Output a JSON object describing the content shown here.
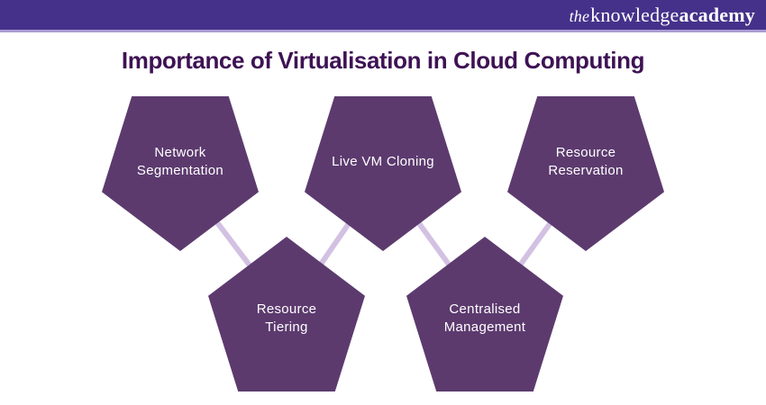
{
  "brand": {
    "logo_the": "the",
    "logo_knowledge": "knowledge",
    "logo_academy": "academy"
  },
  "page": {
    "title": "Importance of Virtualisation in Cloud Computing"
  },
  "colors": {
    "header_bg": "#45318A",
    "header_underline": "#AB9DD2",
    "title_text": "#3E1254",
    "pentagon_fill": "#5C3A6E",
    "pentagon_text": "#FFFFFF",
    "connector": "#D3C1E3"
  },
  "diagram": {
    "nodes": [
      {
        "id": "network-segmentation",
        "label": "Network\nSegmentation",
        "row": "top",
        "shape": "pentagon-point-down"
      },
      {
        "id": "live-vm-cloning",
        "label": "Live VM Cloning",
        "row": "top",
        "shape": "pentagon-point-down"
      },
      {
        "id": "resource-reservation",
        "label": "Resource\nReservation",
        "row": "top",
        "shape": "pentagon-point-down"
      },
      {
        "id": "resource-tiering",
        "label": "Resource\nTiering",
        "row": "bottom",
        "shape": "pentagon-point-up"
      },
      {
        "id": "centralised-management",
        "label": "Centralised\nManagement",
        "row": "bottom",
        "shape": "pentagon-point-up"
      }
    ],
    "connections": [
      [
        "network-segmentation",
        "resource-tiering"
      ],
      [
        "resource-tiering",
        "live-vm-cloning"
      ],
      [
        "live-vm-cloning",
        "centralised-management"
      ],
      [
        "centralised-management",
        "resource-reservation"
      ]
    ]
  }
}
